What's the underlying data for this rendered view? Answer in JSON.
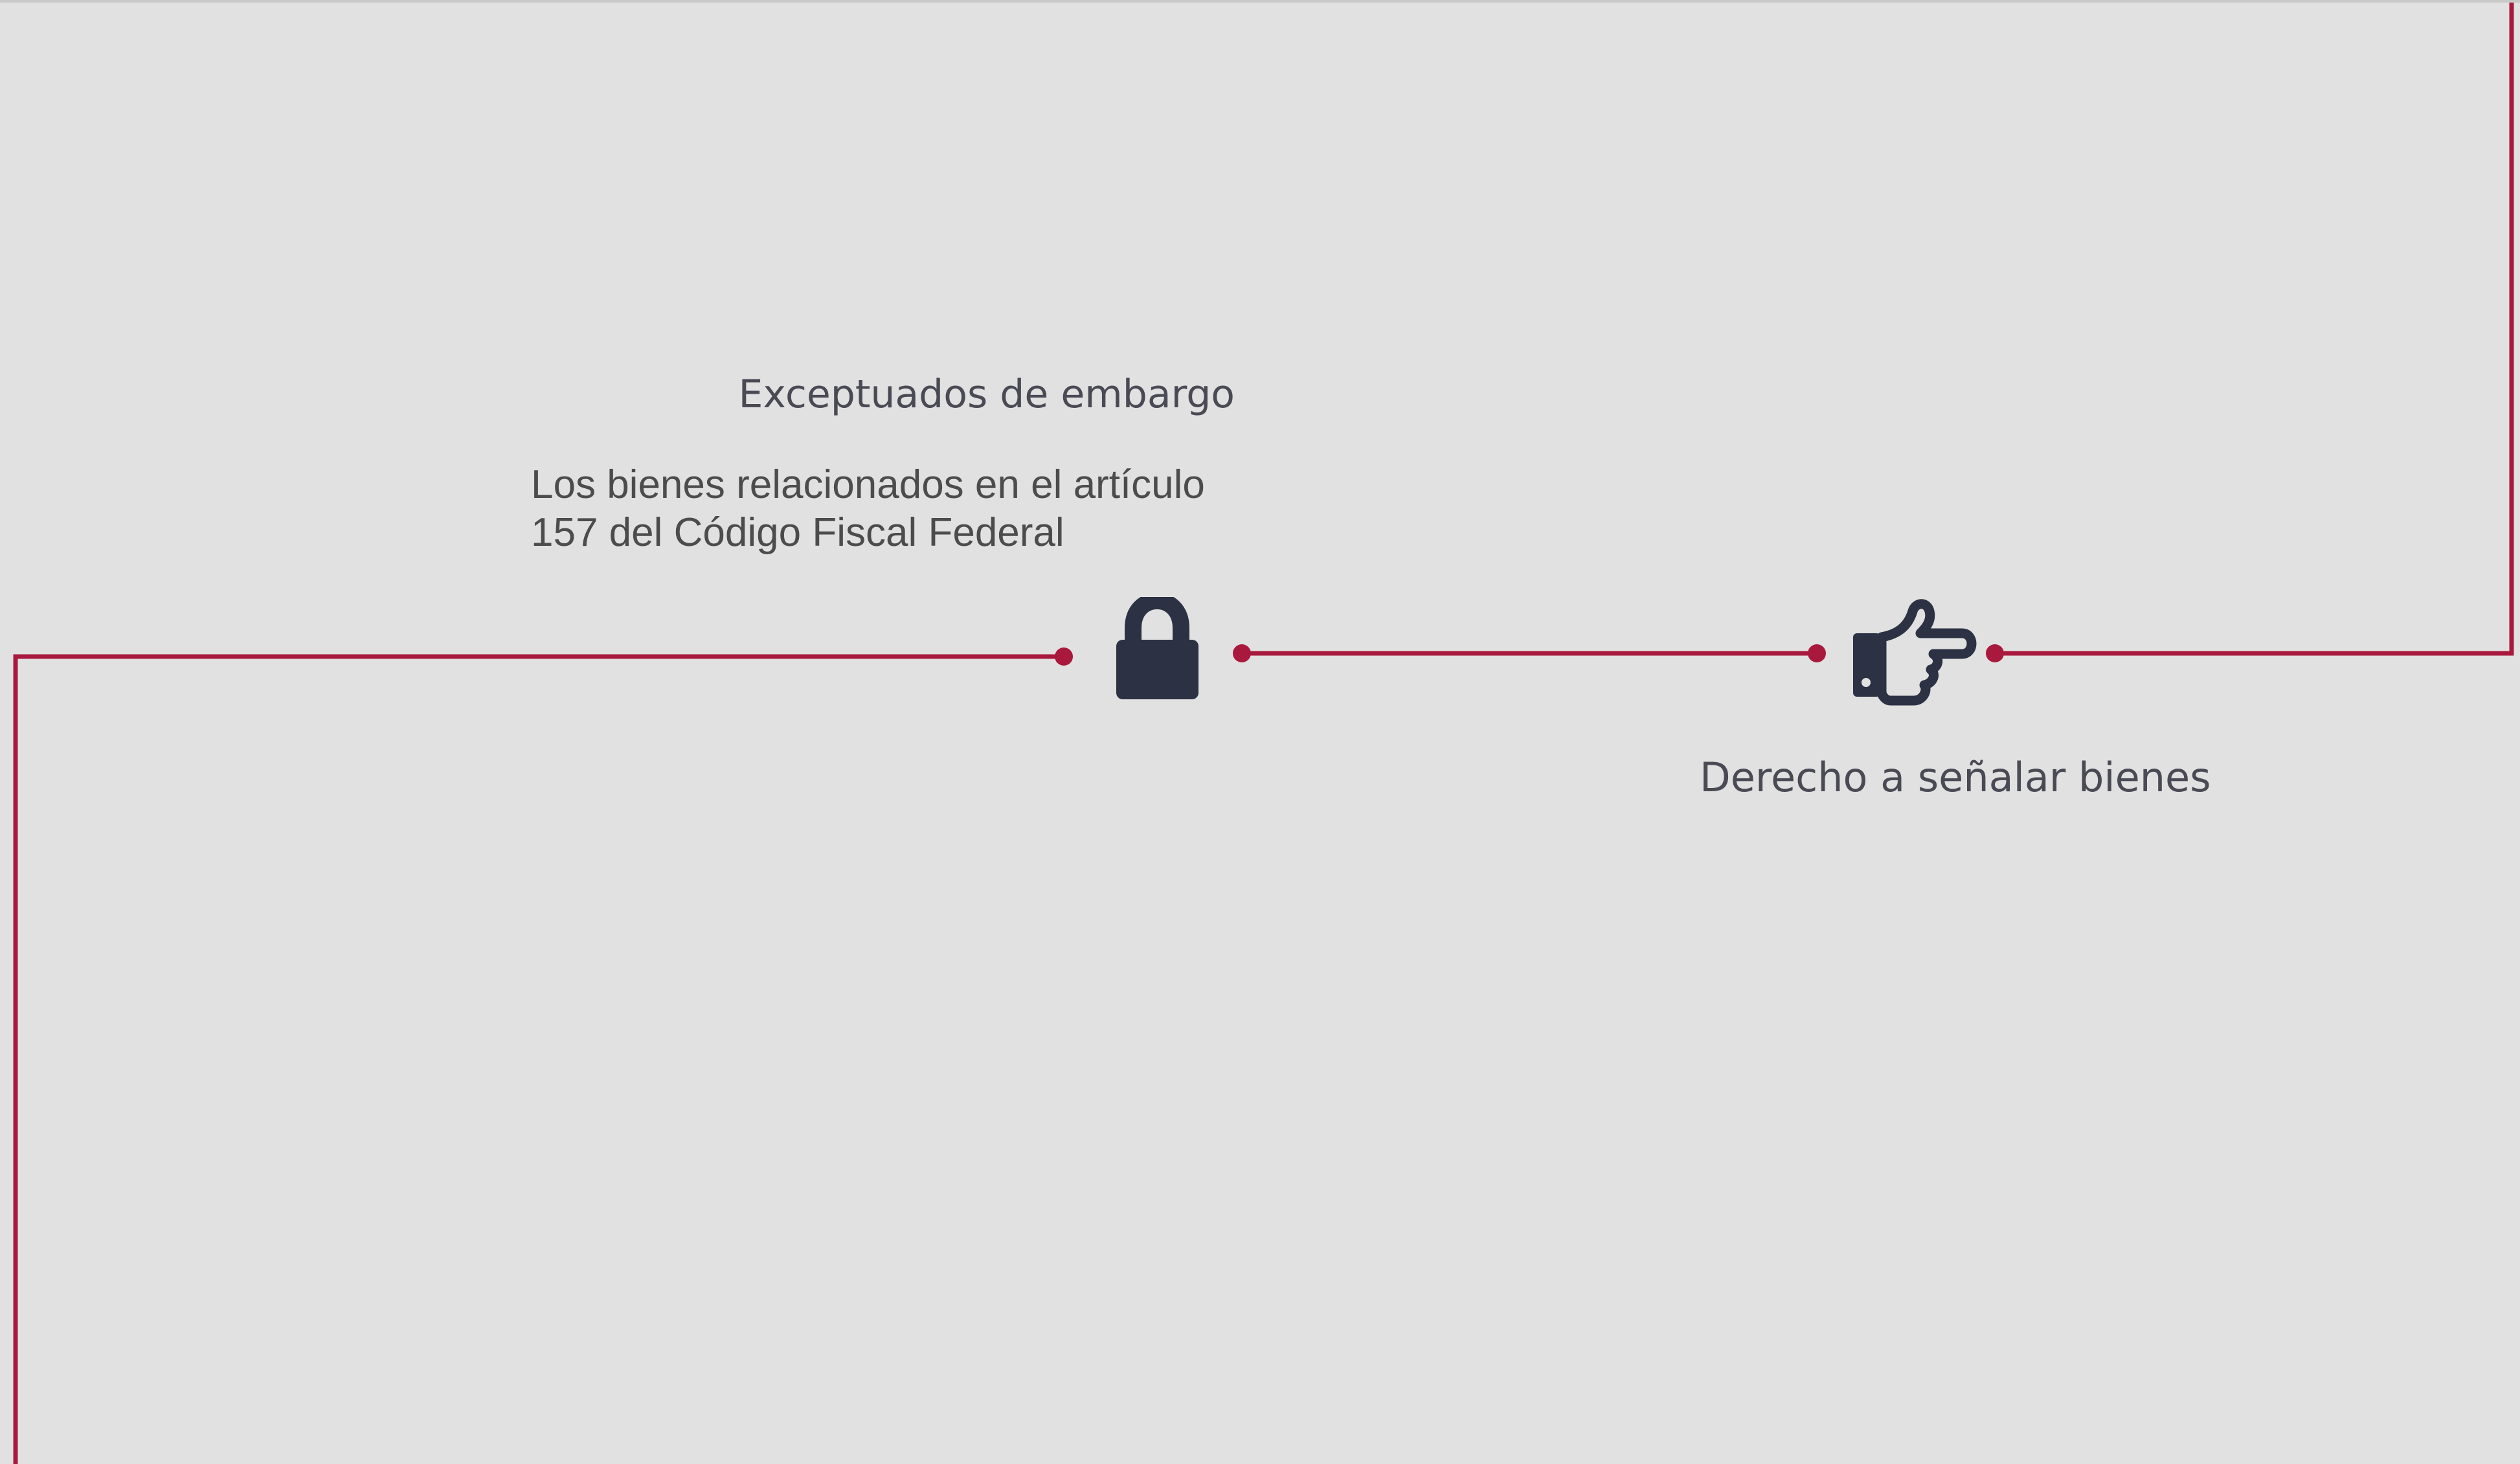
{
  "nodes": [
    {
      "id": "exceptuados",
      "heading": "Exceptuados de embargo",
      "body": "Los bienes relacionados en el artículo 157 del Código Fiscal Federal",
      "icon": "lock-icon"
    },
    {
      "id": "derecho",
      "heading": "Derecho a señalar bienes",
      "icon": "pointing-hand-icon"
    }
  ],
  "colors": {
    "background": "#e1e1e1",
    "connector": "#a8193d",
    "icon": "#2c3143",
    "text": "#4a4a55"
  }
}
